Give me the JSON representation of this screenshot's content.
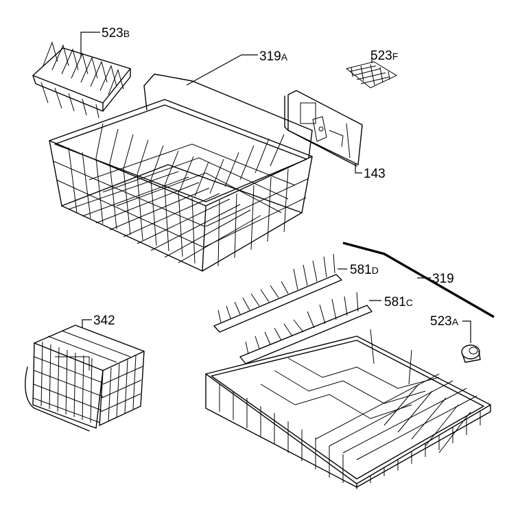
{
  "labels": {
    "p523b": {
      "num": "523",
      "suffix": "B"
    },
    "p319a": {
      "num": "319",
      "suffix": "A"
    },
    "p523f": {
      "num": "523",
      "suffix": "F"
    },
    "p143": {
      "num": "143",
      "suffix": ""
    },
    "p581d": {
      "num": "581",
      "suffix": "D"
    },
    "p319": {
      "num": "319",
      "suffix": ""
    },
    "p581c": {
      "num": "581",
      "suffix": "C"
    },
    "p342": {
      "num": "342",
      "suffix": ""
    },
    "p523a": {
      "num": "523",
      "suffix": "A"
    }
  }
}
